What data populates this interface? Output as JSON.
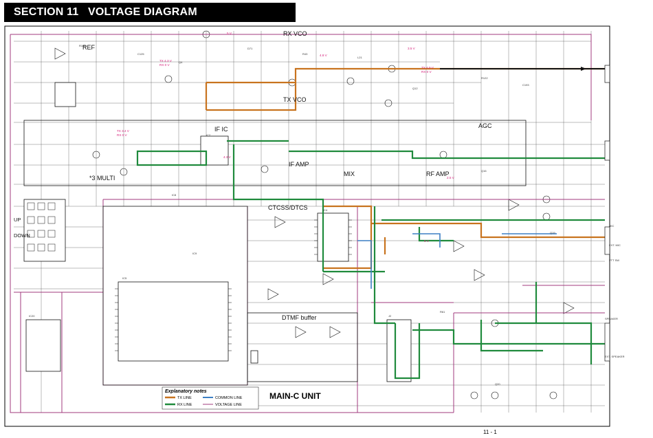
{
  "header": {
    "section": "SECTION 11",
    "title": "VOLTAGE DIAGRAM"
  },
  "blocks": {
    "rx_vco": "RX VCO",
    "tx_vco": "TX VCO",
    "ref": "REF",
    "if_ic": "IF IC",
    "agc": "AGC",
    "if_amp": "IF AMP",
    "mix": "MIX",
    "rf_amp": "RF AMP",
    "multi": "*3 MULTI",
    "ctcss": "CTCSS/DTCS",
    "dtmf": "DTMF buffer",
    "up": "UP",
    "down": "DOWN"
  },
  "unit_label": "MAIN-C UNIT",
  "legend": {
    "title": "Explanatory notes",
    "tx_line": "TX LINE",
    "rx_line": "RX LINE",
    "common_line": "COMMON LINE",
    "voltage_line": "VOLTAGE LINE",
    "colors": {
      "tx": "#c8731e",
      "rx": "#1f8a3c",
      "common": "#3b7fc4",
      "voltage": "#a0387d"
    }
  },
  "connectors": {
    "mic": "MIC",
    "ext_mic": "EXT. MIC",
    "ptt_sw": "PTT SW",
    "speaker": "SPEAKER",
    "ext_speaker": "EXT. SPEAKER"
  },
  "voltages": [
    "TX 4.3 V",
    "RX 0 V",
    "5 V",
    "4.8 V",
    "3.5 V",
    "TX 4.9 V",
    "RX 0 V",
    "4.3 V",
    "2.5 V",
    "TX 3.4 V",
    "RX 0 V",
    "5 V"
  ],
  "page_number": "11 - 1"
}
